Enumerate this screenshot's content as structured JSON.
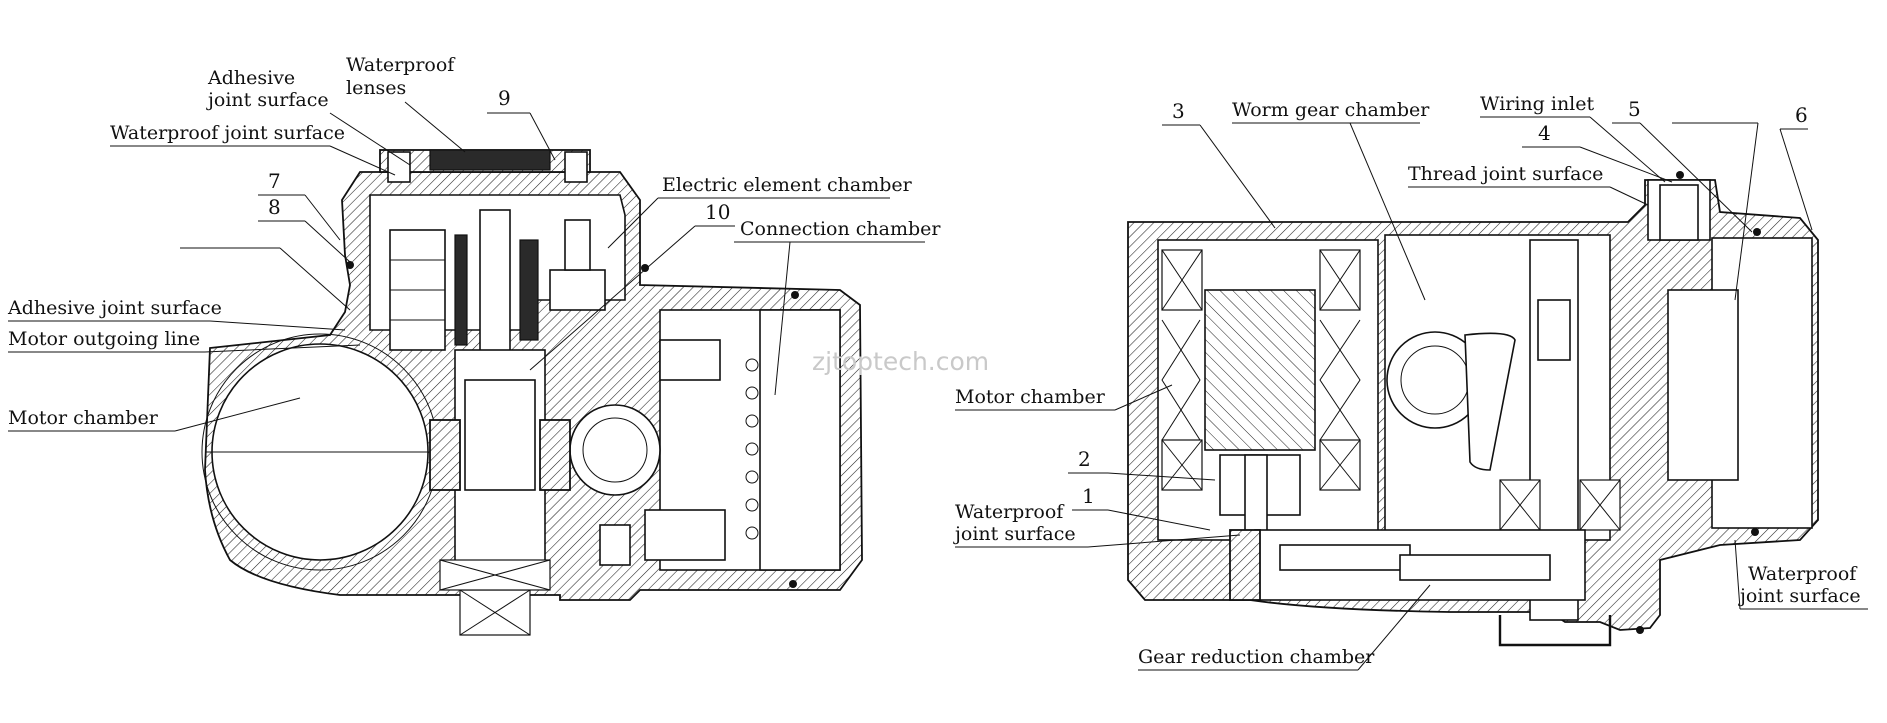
{
  "watermark": "zjtoptech.com",
  "left_view": {
    "labels": {
      "adhesive_top_l1": "Adhesive",
      "adhesive_top_l2": "joint surface",
      "waterproof_lenses_l1": "Waterproof",
      "waterproof_lenses_l2": "lenses",
      "num_9": "9",
      "waterproof_joint": "Waterproof joint surface",
      "num_7": "7",
      "num_8": "8",
      "electric_element_chamber": "Electric element chamber",
      "num_10": "10",
      "connection_chamber": "Connection chamber",
      "adhesive_joint": "Adhesive joint surface",
      "motor_outgoing": "Motor outgoing line",
      "motor_chamber": "Motor chamber"
    }
  },
  "right_view": {
    "labels": {
      "num_3": "3",
      "worm_gear_chamber": "Worm gear chamber",
      "wiring_inlet": "Wiring inlet",
      "num_5": "5",
      "num_6": "6",
      "num_4": "4",
      "thread_joint": "Thread joint surface",
      "motor_chamber": "Motor chamber",
      "num_2": "2",
      "num_1": "1",
      "waterproof_joint_l1": "Waterproof",
      "waterproof_joint_l2": "joint surface",
      "waterproof_joint_r_l1": "Waterproof",
      "waterproof_joint_r_l2": "joint surface",
      "gear_reduction_chamber": "Gear reduction chamber"
    }
  }
}
